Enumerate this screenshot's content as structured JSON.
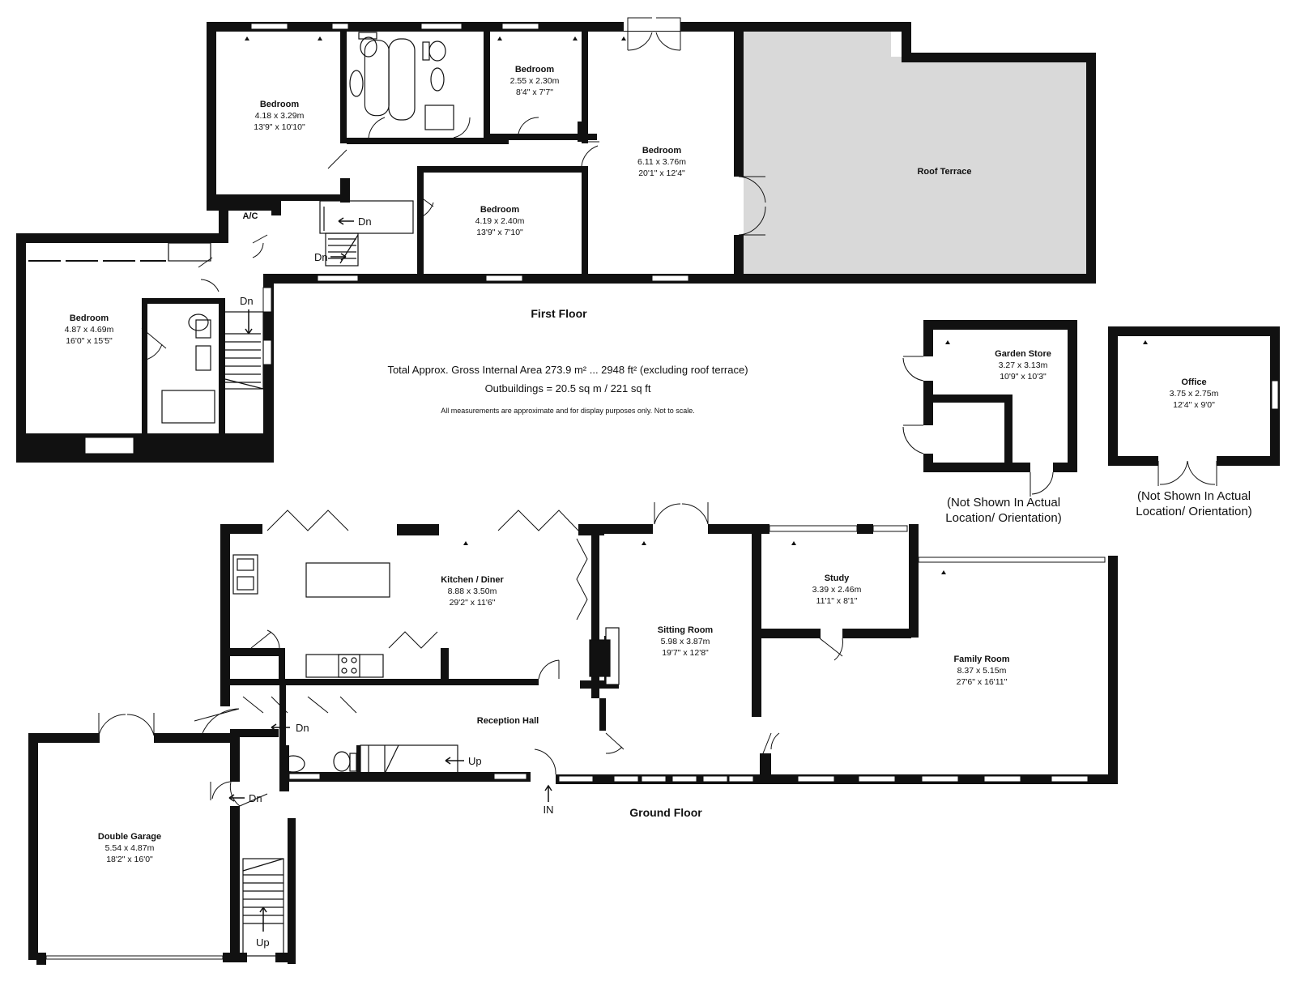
{
  "floors": {
    "first": "First Floor",
    "ground": "Ground Floor"
  },
  "summary": {
    "area_line": "Total Approx. Gross Internal Area 273.9 m² ... 2948 ft² (excluding roof terrace)",
    "outbuildings_line": "Outbuildings = 20.5 sq m / 221 sq ft",
    "disclaimer": "All measurements are approximate and for display purposes only. Not to scale."
  },
  "rooms": {
    "bedroom1": {
      "name": "Bedroom",
      "metric": "4.18 x 3.29m",
      "imperial": "13'9\" x 10'10\""
    },
    "bedroom2": {
      "name": "Bedroom",
      "metric": "2.55 x 2.30m",
      "imperial": "8'4\" x 7'7\""
    },
    "bedroom3": {
      "name": "Bedroom",
      "metric": "6.11 x 3.76m",
      "imperial": "20'1\" x 12'4\""
    },
    "bedroom4": {
      "name": "Bedroom",
      "metric": "4.19 x 2.40m",
      "imperial": "13'9\" x 7'10\""
    },
    "bedroom5": {
      "name": "Bedroom",
      "metric": "4.87 x 4.69m",
      "imperial": "16'0\" x 15'5\""
    },
    "roof_terrace": {
      "name": "Roof Terrace"
    },
    "garden_store": {
      "name": "Garden Store",
      "metric": "3.27 x 3.13m",
      "imperial": "10'9\" x 10'3\""
    },
    "office": {
      "name": "Office",
      "metric": "3.75 x 2.75m",
      "imperial": "12'4\" x 9'0\""
    },
    "kitchen": {
      "name": "Kitchen / Diner",
      "metric": "8.88 x 3.50m",
      "imperial": "29'2\" x 11'6\""
    },
    "sitting": {
      "name": "Sitting Room",
      "metric": "5.98 x 3.87m",
      "imperial": "19'7\" x 12'8\""
    },
    "study": {
      "name": "Study",
      "metric": "3.39 x 2.46m",
      "imperial": "11'1\" x 8'1\""
    },
    "family": {
      "name": "Family Room",
      "metric": "8.37 x 5.15m",
      "imperial": "27'6\" x 16'11\""
    },
    "reception": {
      "name": "Reception Hall"
    },
    "garage": {
      "name": "Double Garage",
      "metric": "5.54 x 4.87m",
      "imperial": "18'2\" x 16'0\""
    }
  },
  "labels": {
    "ac": "A/C",
    "dn": "Dn",
    "up": "Up",
    "entrance": "IN"
  },
  "notes": {
    "garden_store_line1": "(Not Shown In Actual",
    "garden_store_line2": "Location/ Orientation)",
    "office_line1": "(Not Shown In Actual",
    "office_line2": "Location/ Orientation)"
  },
  "colors": {
    "wall": "#111111",
    "terrace_fill": "#d9d9d9",
    "background": "#ffffff"
  }
}
